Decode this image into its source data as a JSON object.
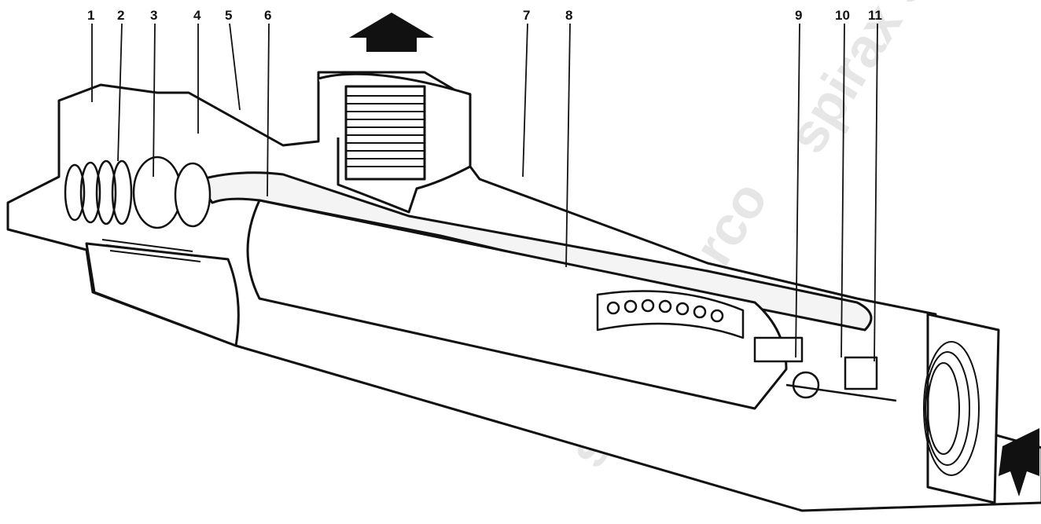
{
  "figure": {
    "callouts": [
      {
        "id": "1",
        "label": "1"
      },
      {
        "id": "2",
        "label": "2"
      },
      {
        "id": "3",
        "label": "3"
      },
      {
        "id": "4",
        "label": "4"
      },
      {
        "id": "5",
        "label": "5"
      },
      {
        "id": "6",
        "label": "6"
      },
      {
        "id": "7",
        "label": "7"
      },
      {
        "id": "8",
        "label": "8"
      },
      {
        "id": "9",
        "label": "9"
      },
      {
        "id": "10",
        "label": "10"
      },
      {
        "id": "11",
        "label": "11"
      }
    ],
    "flow_arrows": [
      "outlet-arrow-up",
      "inlet-arrow-bottom-right"
    ],
    "watermark": "spirax sarco",
    "colors": {
      "ink": "#111111",
      "watermark": "#e6e6e6",
      "background": "#ffffff"
    }
  }
}
